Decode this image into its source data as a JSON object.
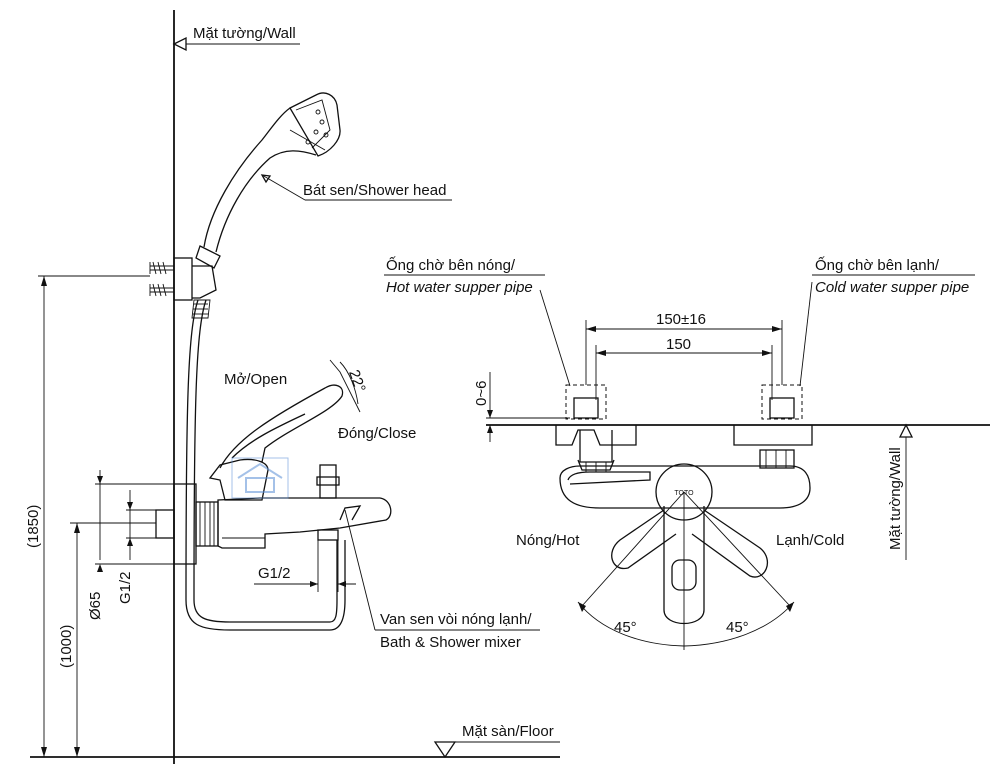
{
  "labels": {
    "wall_top": "Mặt tường/Wall",
    "shower_head": "Bát sen/Shower head",
    "open": "Mở/Open",
    "close": "Đóng/Close",
    "mixer_line1": "Van sen vòi nóng lạnh/",
    "mixer_line2": "Bath & Shower mixer",
    "floor": "Mặt sàn/Floor",
    "hot_pipe_vi": "Ống chờ bên nóng/",
    "hot_pipe_en": "Hot water supper pipe",
    "cold_pipe_vi": "Ống chờ bên lạnh/",
    "cold_pipe_en": "Cold water supper pipe",
    "hot": "Nóng/Hot",
    "cold": "Lạnh/Cold",
    "wall_side": "Mặt tường/Wall",
    "brand": "TOTO"
  },
  "dimensions": {
    "height_total": "(1850)",
    "height_mixer": "(1000)",
    "diameter": "Ø65",
    "thread_inlet": "G1/2",
    "thread_outlet": "G1/2",
    "lever_angle": "22°",
    "spacing_tol": "150±16",
    "spacing": "150",
    "offset": "0~6",
    "angle_left": "45°",
    "angle_right": "45°"
  },
  "colors": {
    "line": "#111111",
    "background": "#ffffff",
    "watermark": "#5b8fd6"
  }
}
